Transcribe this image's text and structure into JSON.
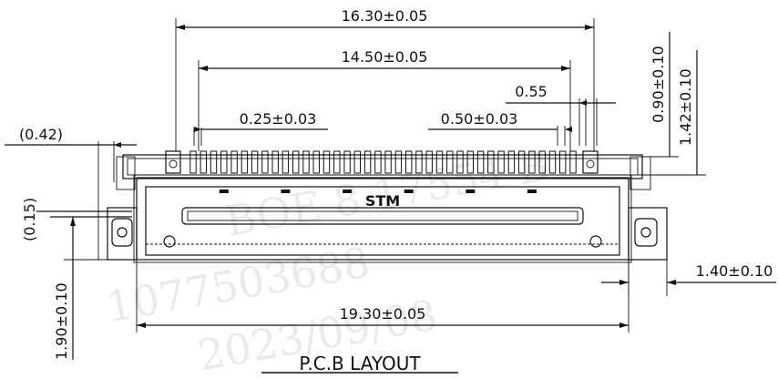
{
  "dimensions": {
    "outer_width": "16.30±0.05",
    "inner_width": "14.50±0.05",
    "pad_width": "0.25±0.03",
    "pitch": "0.50±0.03",
    "pad_gap": "0.55",
    "left_offset": "(0.42)",
    "left_small": "(0.15)",
    "right_top": "0.90±0.10",
    "right_top2": "1.42±0.10",
    "right_side": "1.40±0.10",
    "left_height": "1.90±0.10",
    "bottom_width": "19.30±0.05"
  },
  "label_stm": "STM",
  "title": "P.C.B LAYOUT",
  "watermark_lines": [
    "BOE 8 17554 B",
    "1077503688",
    "2023/09/08"
  ],
  "pad_count": 38
}
